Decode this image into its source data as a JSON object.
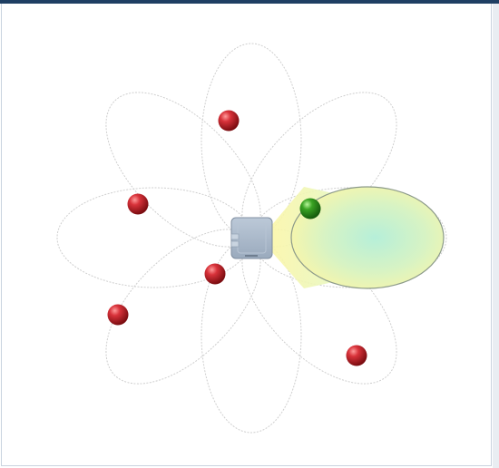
{
  "colors": {
    "top_bar": "#1f3f63",
    "frame_border": "#c9d3df",
    "petal_outline": "#cfcfcf",
    "beam_fill_outer": "#fbf6a8",
    "beam_fill_inner": "#b6efd9",
    "beam_outline": "#8c9a8a",
    "antenna_fill": "#a9b8c9",
    "antenna_stroke": "#7f8ea0",
    "user_red": "#c21f26",
    "user_green": "#2f8f1e"
  },
  "diagram": {
    "description_icons": [
      "antenna-icon",
      "user-dot-icon",
      "beam-lobe-icon"
    ],
    "petal_count": 8,
    "active_beam_direction": "east",
    "users": [
      {
        "name": "user-red-top",
        "state": "idle"
      },
      {
        "name": "user-red-left",
        "state": "idle"
      },
      {
        "name": "user-red-center",
        "state": "idle"
      },
      {
        "name": "user-red-lower-left",
        "state": "idle"
      },
      {
        "name": "user-red-lower-right",
        "state": "idle"
      },
      {
        "name": "user-green-served",
        "state": "served"
      }
    ]
  }
}
